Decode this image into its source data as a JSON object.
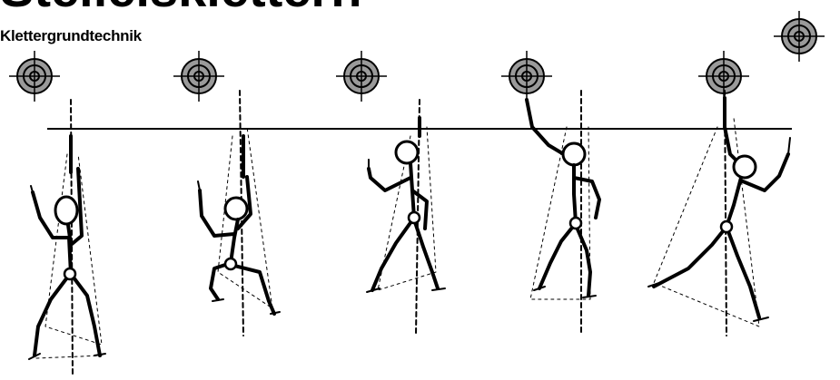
{
  "page": {
    "heading": "Steilelsklettern",
    "subheading": "Klettergrundtechnik"
  },
  "diagram": {
    "rope_line_color": "#000000",
    "target_fill_color": "#9a9a9a",
    "figure_color": "#000000",
    "icons": [
      "crosshair-target-icon"
    ],
    "figure_count": 5,
    "target_count": 6
  }
}
